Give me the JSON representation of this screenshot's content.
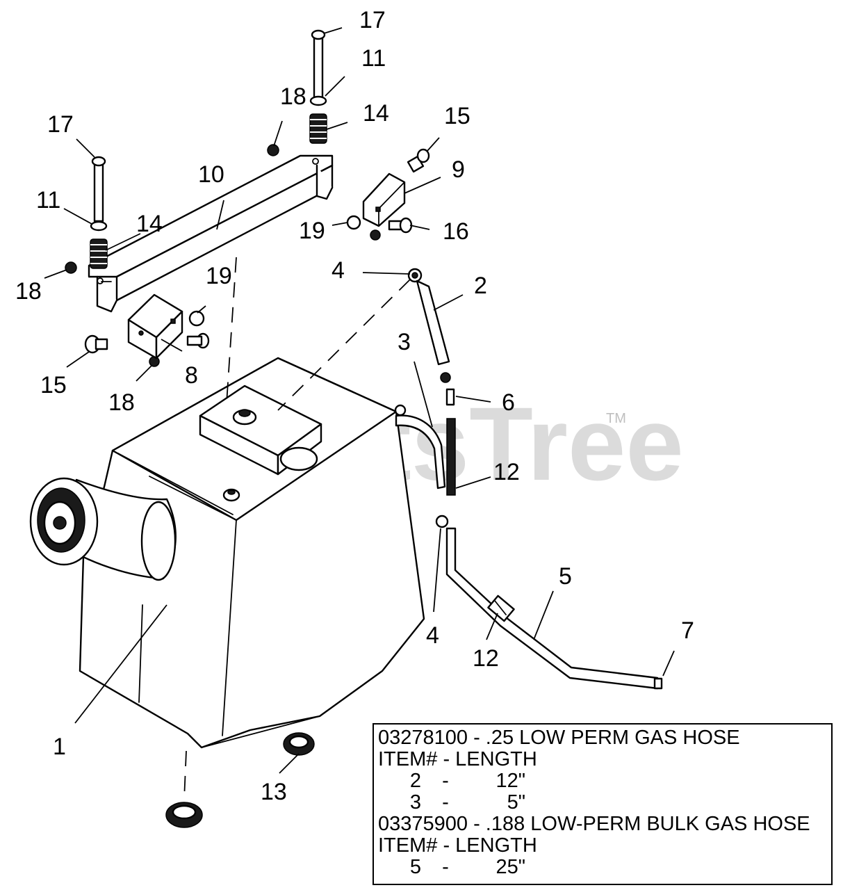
{
  "watermark": {
    "text": "PartsTree",
    "trademark": "TM"
  },
  "callouts": {
    "c1": "1",
    "c2": "2",
    "c3": "3",
    "c4a": "4",
    "c4b": "4",
    "c5": "5",
    "c6": "6",
    "c7": "7",
    "c8": "8",
    "c9": "9",
    "c10": "10",
    "c11a": "11",
    "c11b": "11",
    "c12a": "12",
    "c12b": "12",
    "c13": "13",
    "c14a": "14",
    "c14b": "14",
    "c15a": "15",
    "c15b": "15",
    "c16": "16",
    "c17a": "17",
    "c17b": "17",
    "c18a": "18",
    "c18b": "18",
    "c18c": "18",
    "c19a": "19",
    "c19b": "19"
  },
  "legend": {
    "hose1_title": "03278100 - .25 LOW PERM GAS HOSE",
    "hose1_header": "ITEM# - LENGTH",
    "hose1_rows": [
      {
        "item": "2",
        "sep": "-",
        "length": "12\""
      },
      {
        "item": "3",
        "sep": "-",
        "length": "5\""
      }
    ],
    "hose2_title": "03375900 - .188 LOW-PERM BULK GAS HOSE",
    "hose2_header": "ITEM# - LENGTH",
    "hose2_rows": [
      {
        "item": "5",
        "sep": "-",
        "length": "25\""
      }
    ]
  }
}
